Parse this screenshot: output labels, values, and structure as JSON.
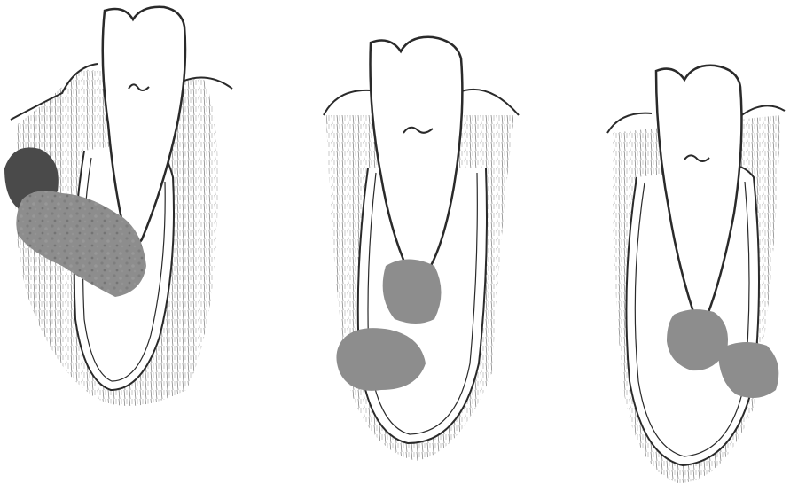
{
  "figure": {
    "panels": [
      {
        "id": "left"
      },
      {
        "id": "middle"
      },
      {
        "id": "right"
      }
    ],
    "colors": {
      "ink": "#2a2a2a",
      "lesion_dark": "#4a4a4a",
      "lesion": "#8d8d8d",
      "background": "#ffffff"
    }
  }
}
